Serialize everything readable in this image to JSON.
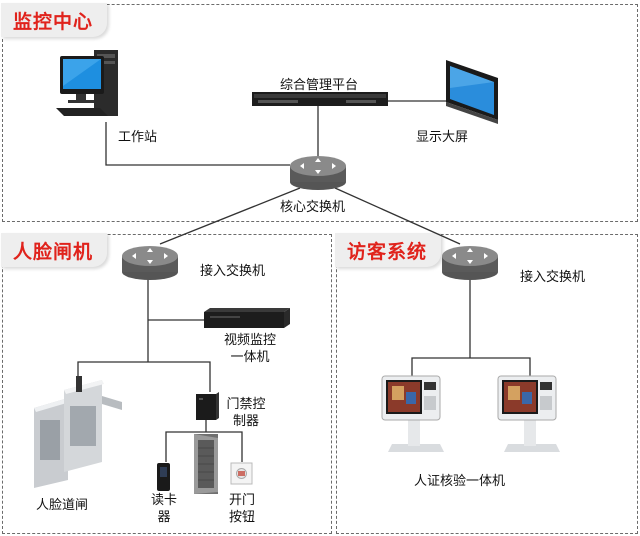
{
  "monitor_center": {
    "title": "监控中心",
    "workstation_label": "工作站",
    "platform_label": "综合管理平台",
    "display_label": "显示大屏",
    "core_switch_label": "核心交换机"
  },
  "face_gate": {
    "title": "人脸闸机",
    "access_switch_label": "接入交换机",
    "nvr_label_line1": "视频监控",
    "nvr_label_line2": "一体机",
    "controller_label_line1": "门禁控",
    "controller_label_line2": "制器",
    "turnstile_label": "人脸道闸",
    "card_reader_label_line1": "读卡",
    "card_reader_label_line2": "器",
    "exit_button_label_line1": "开门",
    "exit_button_label_line2": "按钮"
  },
  "visitor": {
    "title": "访客系统",
    "access_switch_label": "接入交换机",
    "kiosk_label": "人证核验一体机"
  }
}
